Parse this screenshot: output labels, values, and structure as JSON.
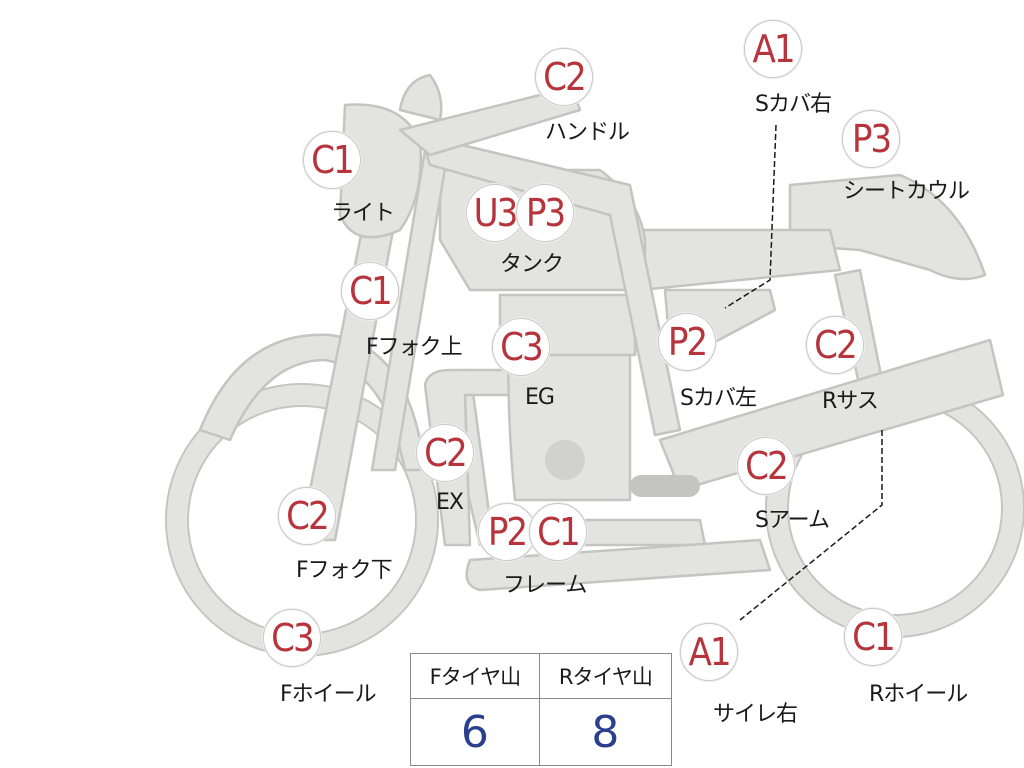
{
  "parts": [
    {
      "id": "light",
      "grade": "C1",
      "label": "ライト"
    },
    {
      "id": "handle",
      "grade": "C2",
      "label": "ハンドル"
    },
    {
      "id": "tank-u",
      "grade": "U3",
      "label": ""
    },
    {
      "id": "tank-p",
      "grade": "P3",
      "label": "タンク"
    },
    {
      "id": "fork-upper",
      "grade": "C1",
      "label": "Fフォク上"
    },
    {
      "id": "engine",
      "grade": "C3",
      "label": "EG"
    },
    {
      "id": "side-cover-l",
      "grade": "P2",
      "label": "Sカバ左"
    },
    {
      "id": "side-cover-r",
      "grade": "A1",
      "label": "Sカバ右"
    },
    {
      "id": "seat-cowl",
      "grade": "P3",
      "label": "シートカウル"
    },
    {
      "id": "rear-sus",
      "grade": "C2",
      "label": "Rサス"
    },
    {
      "id": "exhaust",
      "grade": "C2",
      "label": "EX"
    },
    {
      "id": "fork-lower",
      "grade": "C2",
      "label": "Fフォク下"
    },
    {
      "id": "frame-p",
      "grade": "P2",
      "label": ""
    },
    {
      "id": "frame-c",
      "grade": "C1",
      "label": "フレーム"
    },
    {
      "id": "swingarm",
      "grade": "C2",
      "label": "Sアーム"
    },
    {
      "id": "front-wheel",
      "grade": "C3",
      "label": "Fホイール"
    },
    {
      "id": "muffler-r",
      "grade": "A1",
      "label": "サイレ右"
    },
    {
      "id": "rear-wheel",
      "grade": "C1",
      "label": "Rホイール"
    }
  ],
  "tire_table": {
    "headers": [
      "Fタイヤ山",
      "Rタイヤ山"
    ],
    "values": [
      "6",
      "8"
    ]
  },
  "colors": {
    "bike_fill": "#e3e3e1",
    "bike_stroke": "#c4c4c2",
    "grade_text": "#b8343c",
    "tire_value": "#2b3f8f"
  }
}
